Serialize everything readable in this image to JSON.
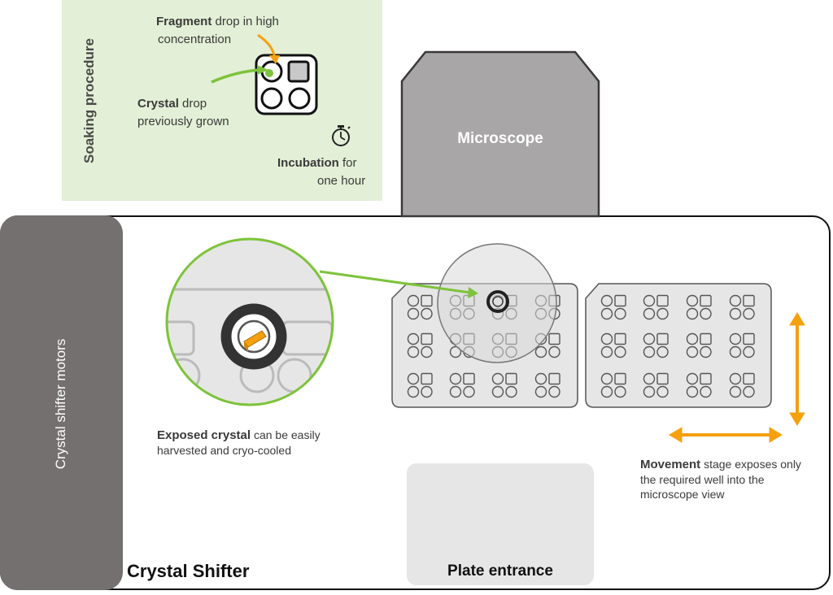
{
  "soaking": {
    "title": "Soaking procedure",
    "fragment_bold": "Fragment",
    "fragment_rest_1": " drop in high",
    "fragment_rest_2": "concentration",
    "crystal_bold": "Crystal",
    "crystal_rest_1": " drop",
    "crystal_rest_2": "previously grown",
    "incubation_bold": "Incubation",
    "incubation_rest_1": " for",
    "incubation_rest_2": "one hour",
    "timer_icon": "stopwatch-icon"
  },
  "microscope": {
    "label": "Microscope"
  },
  "shifter": {
    "motors_label": "Crystal shifter motors",
    "title": "Crystal Shifter",
    "plate_entrance": "Plate entrance"
  },
  "exposed": {
    "bold": "Exposed crystal",
    "rest_1": " can be easily",
    "rest_2": "harvested and cryo-cooled"
  },
  "movement": {
    "bold": "Movement",
    "rest_1": " stage exposes only",
    "rest_2": "the required well into the",
    "rest_3": "microscope view"
  },
  "colors": {
    "green": "#7dc33b",
    "orange": "#f5a00f",
    "soak_bg": "#e3efd6",
    "microscope": "#a8a6a6",
    "motors": "#757070",
    "plate": "#e6e6e6"
  }
}
